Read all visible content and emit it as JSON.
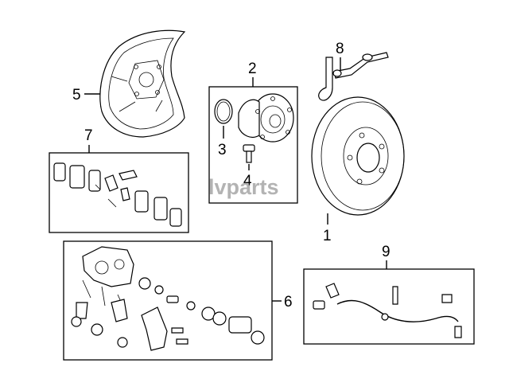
{
  "diagram": {
    "callouts": [
      "1",
      "2",
      "3",
      "4",
      "5",
      "6",
      "7",
      "8",
      "9"
    ],
    "watermark": "lvparts"
  }
}
